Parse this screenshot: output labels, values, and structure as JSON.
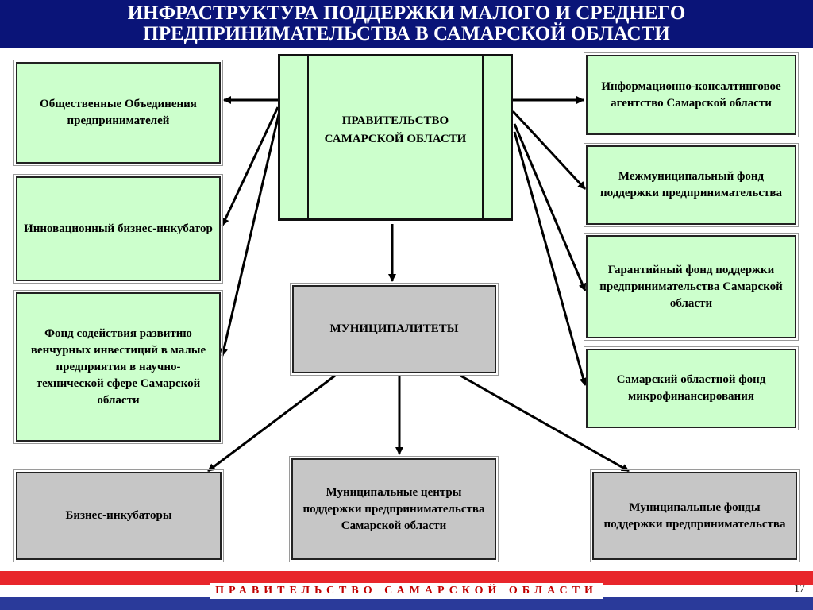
{
  "title": {
    "line1": "ИНФРАСТРУКТУРА ПОДДЕРЖКИ МАЛОГО И СРЕДНЕГО",
    "line2": "ПРЕДПРИНИМАТЕЛЬСТВА В САМАРСКОЙ ОБЛАСТИ"
  },
  "center": {
    "government": "ПРАВИТЕЛЬСТВО САМАРСКОЙ ОБЛАСТИ",
    "municipalities": "МУНИЦИПАЛИТЕТЫ"
  },
  "left_boxes": [
    "Общественные Объединения предпринимателей",
    "Инновационный бизнес-инкубатор",
    "Фонд содействия развитию венчурных инвестиций в малые предприятия в научно-технической сфере Самарской области"
  ],
  "right_boxes": [
    "Информационно-консалтинговое агентство Самарской области",
    "Межмуниципальный фонд поддержки предпринимательства",
    "Гарантийный фонд поддержки предпринимательства Самарской области",
    "Самарский областной фонд микрофинансирования"
  ],
  "bottom_boxes": [
    "Бизнес-инкубаторы",
    "Муниципальные центры поддержки предпринимательства Самарской области",
    "Муниципальные фонды поддержки предпринимательства"
  ],
  "footer": {
    "text": "ПРАВИТЕЛЬСТВО САМАРСКОЙ ОБЛАСТИ",
    "page_number": "17"
  },
  "colors": {
    "header_bg": "#0a1478",
    "green_box": "#ccffcc",
    "grey_box": "#c6c6c6",
    "footer_red": "#e8262b",
    "footer_blue": "#2a3a9a"
  }
}
